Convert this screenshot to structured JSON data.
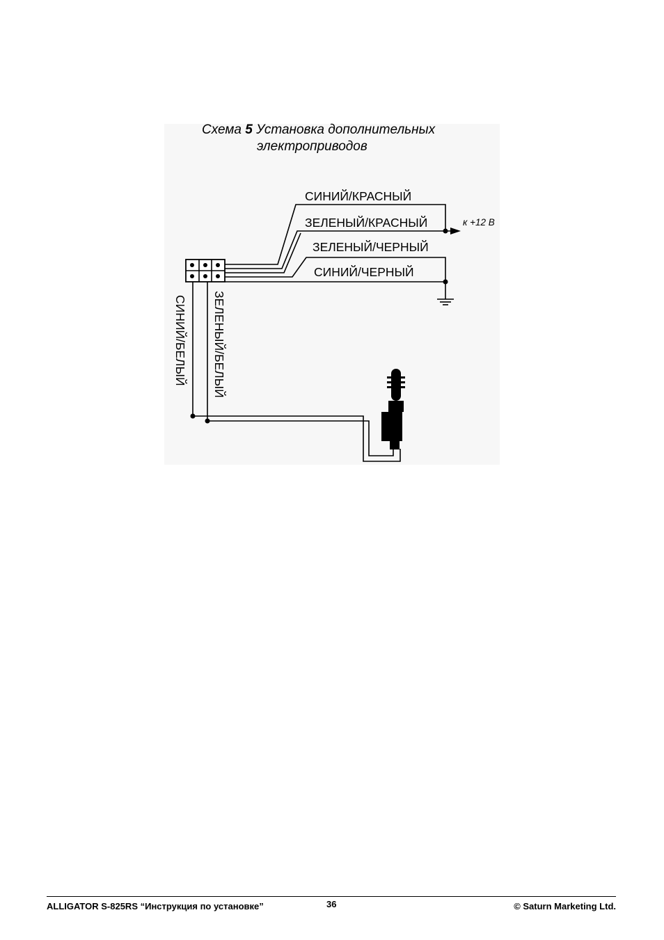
{
  "caption": {
    "prefix": "Схема",
    "number": "5",
    "title_line1": "Установка дополнительных",
    "title_line2": "электроприводов"
  },
  "wires": {
    "blue_red": "СИНИЙ/КРАСНЫЙ",
    "green_red": "ЗЕЛЕНЫЙ/КРАСНЫЙ",
    "green_black": "ЗЕЛЕНЫЙ/ЧЕРНЫЙ",
    "blue_black": "СИНИЙ/ЧЕРНЫЙ",
    "blue_white": "СИНИЙ/БЕЛЫЙ",
    "green_white": "ЗЕЛЕНЫЙ/БЕЛЫЙ"
  },
  "power_label": "к +12 В",
  "footer": {
    "left": "ALLIGATOR S-825RS “Инструкция по установке”",
    "page": "36",
    "right": "© Saturn Marketing Ltd."
  }
}
